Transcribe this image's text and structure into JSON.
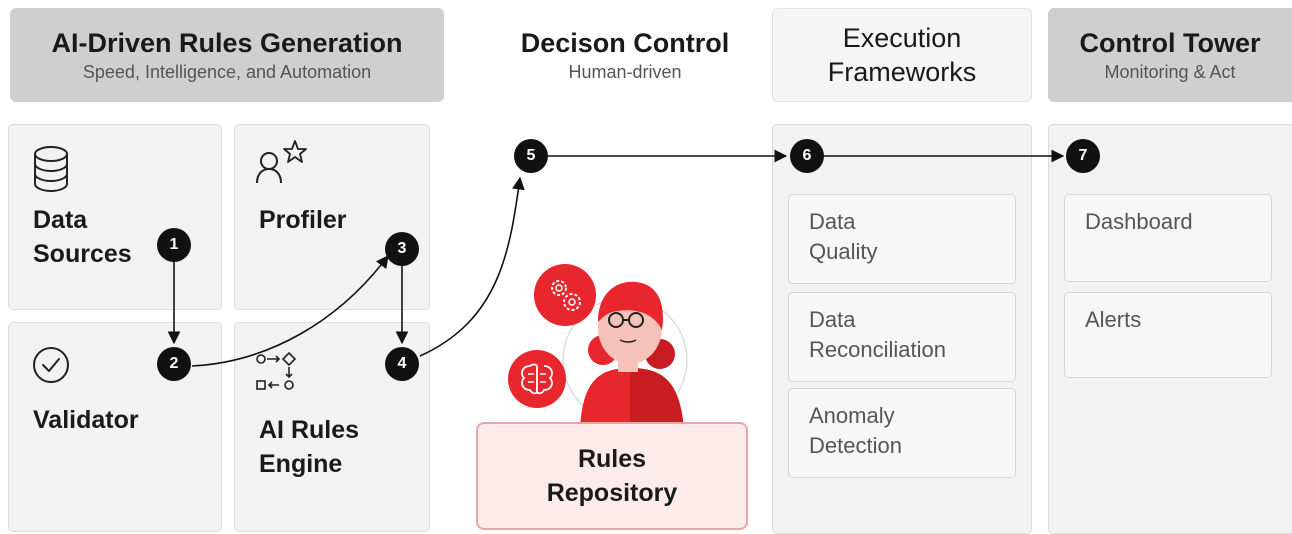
{
  "headers": {
    "ai_rules": {
      "title": "AI-Driven Rules Generation",
      "subtitle": "Speed, Intelligence, and Automation"
    },
    "decision": {
      "title": "Decison Control",
      "subtitle": "Human-driven"
    },
    "execution": {
      "title_line1": "Execution",
      "title_line2": "Frameworks"
    },
    "control_tower": {
      "title": "Control Tower",
      "subtitle": "Monitoring & Act"
    }
  },
  "cards": {
    "data_sources": {
      "line1": "Data",
      "line2": "Sources",
      "icon": "database-icon"
    },
    "profiler": {
      "label": "Profiler",
      "icon": "user-star-icon"
    },
    "validator": {
      "label": "Validator",
      "icon": "check-circle-icon"
    },
    "ai_rules_engine": {
      "line1": "AI Rules",
      "line2": "Engine",
      "icon": "workflow-icon"
    }
  },
  "repository": {
    "line1": "Rules",
    "line2": "Repository"
  },
  "execution_items": [
    {
      "line1": "Data",
      "line2": "Quality"
    },
    {
      "line1": "Data",
      "line2": "Reconciliation"
    },
    {
      "line1": "Anomaly",
      "line2": "Detection"
    }
  ],
  "control_items": [
    "Dashboard",
    "Alerts"
  ],
  "steps": [
    "1",
    "2",
    "3",
    "4",
    "5",
    "6",
    "7"
  ],
  "colors": {
    "accent": "#e8262d",
    "badge": "#111111",
    "card_bg": "#f2f2f2",
    "header_dark": "#cfcfcf"
  }
}
